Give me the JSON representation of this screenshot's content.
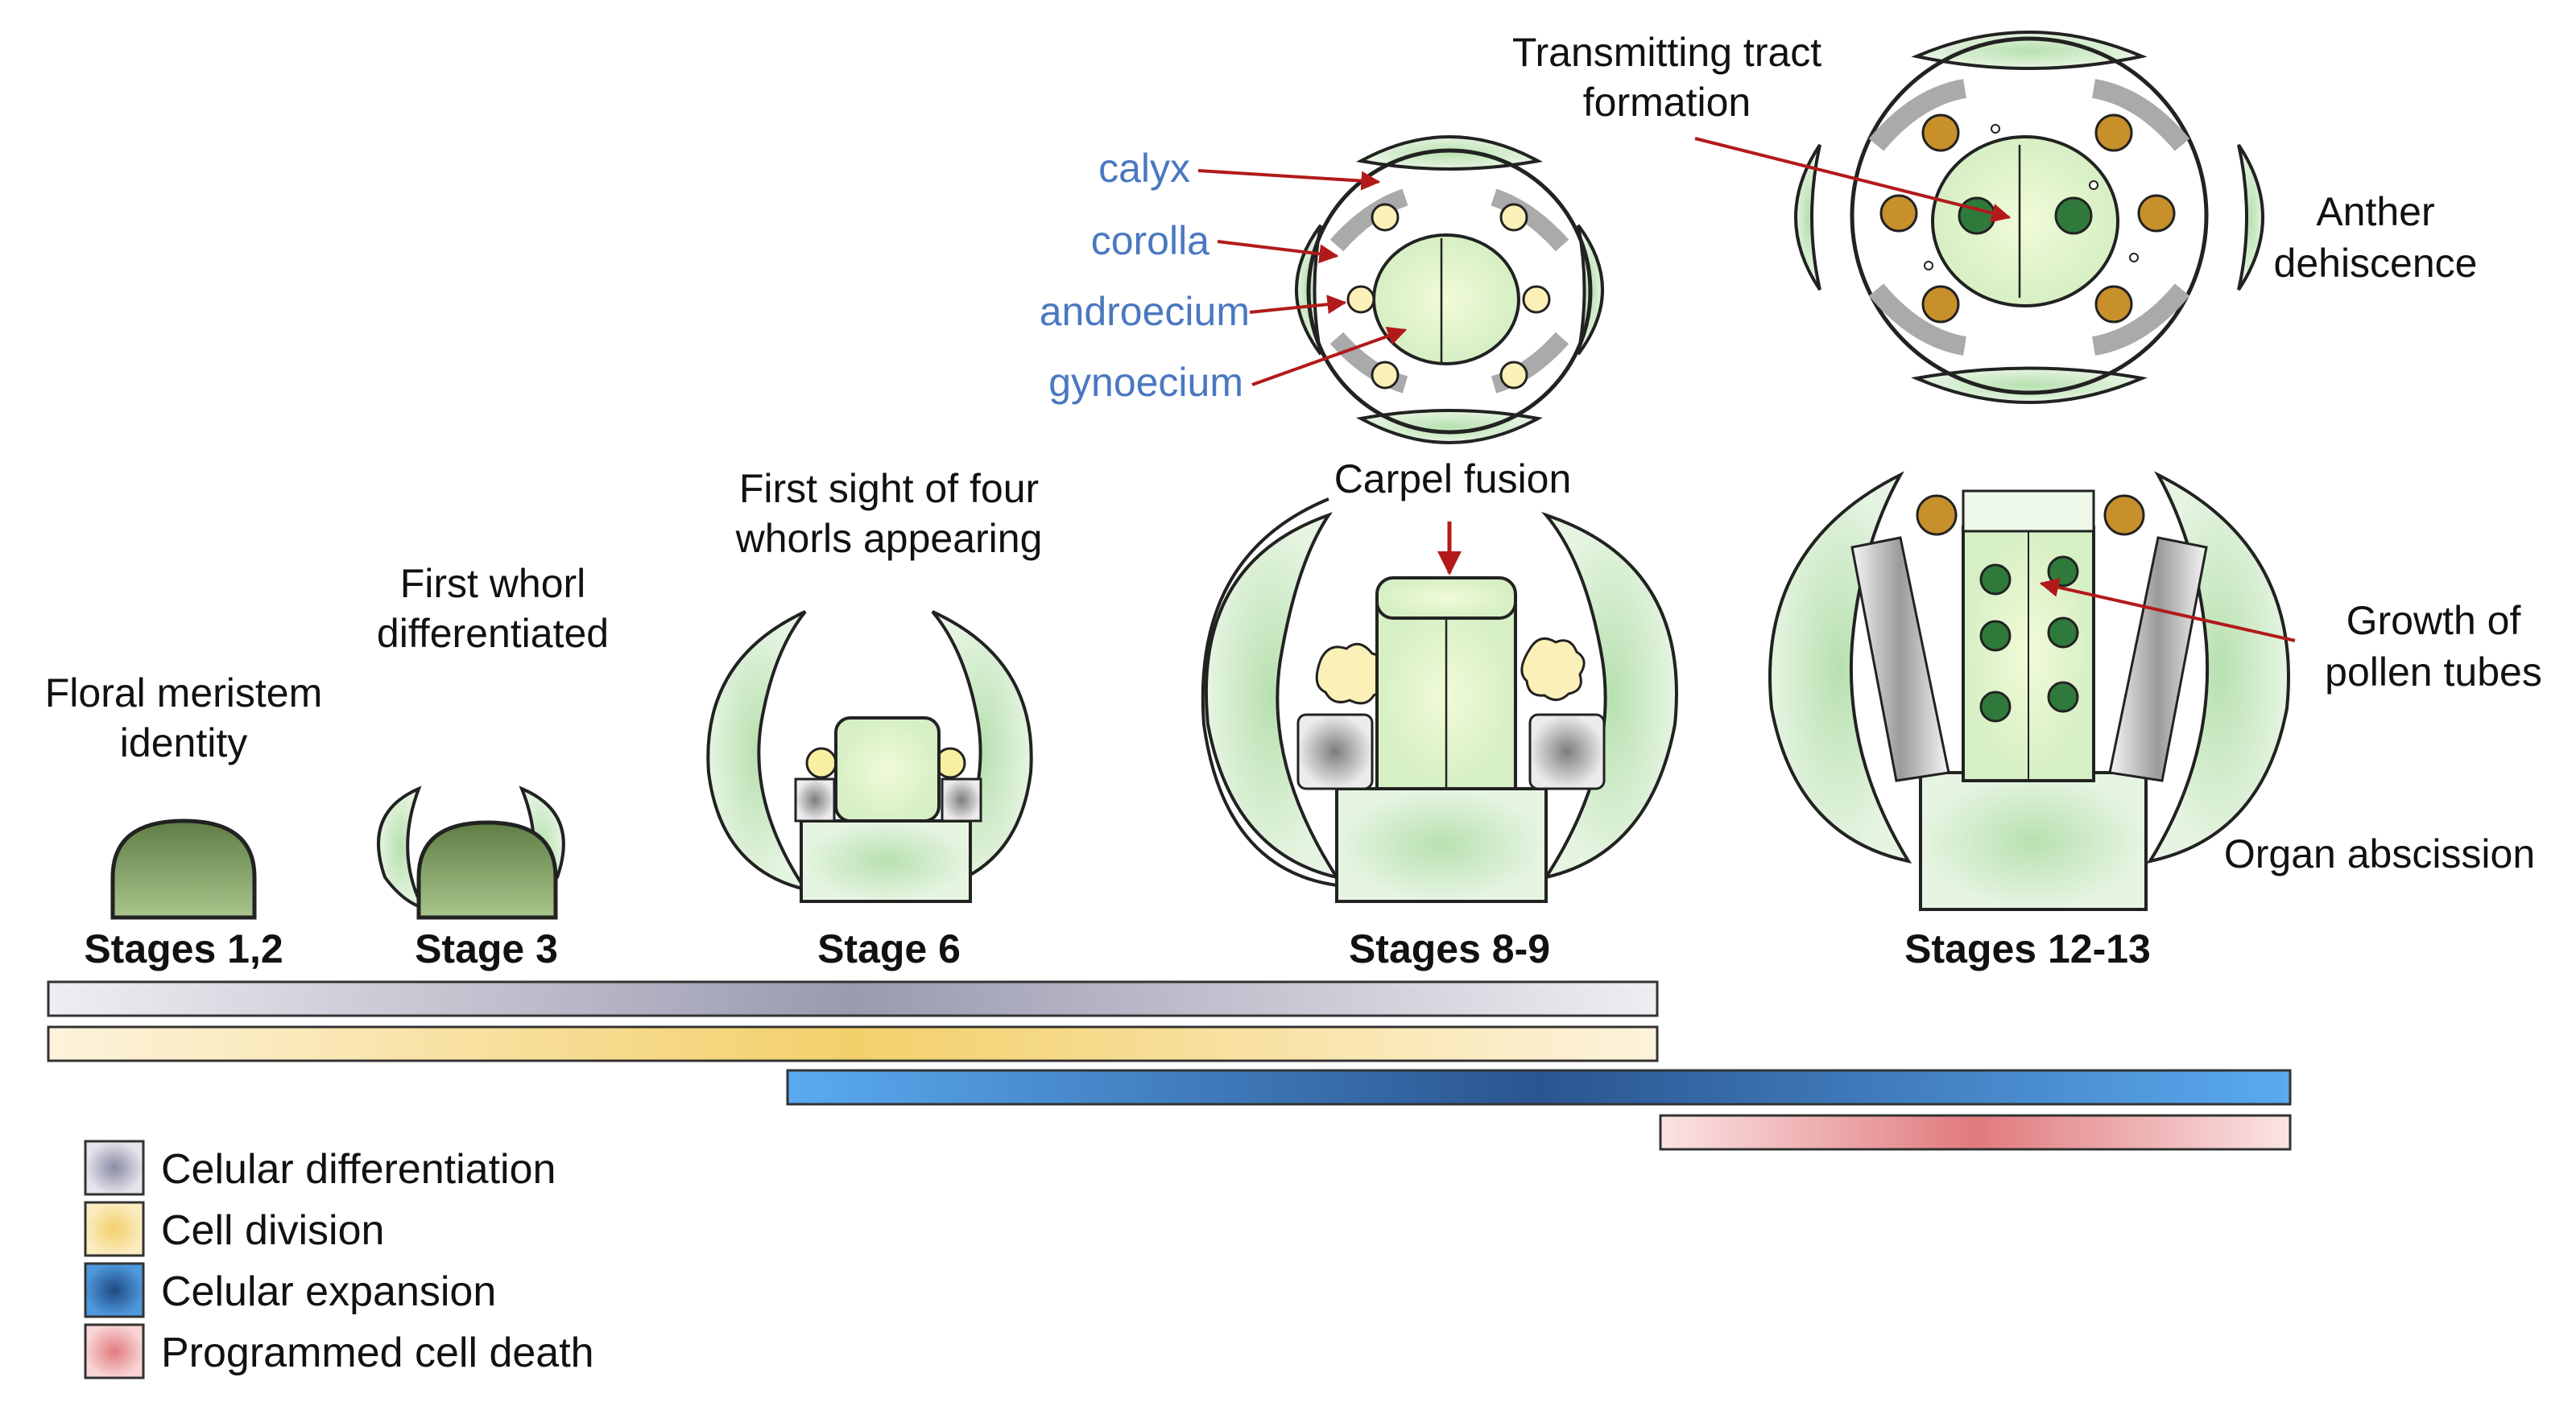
{
  "labels": {
    "floral_meristem": [
      "Floral meristem",
      "identity"
    ],
    "first_whorl": [
      "First whorl",
      "differentiated"
    ],
    "first_sight": [
      "First sight of four",
      "whorls appearing"
    ],
    "carpel_fusion": "Carpel fusion",
    "transmitting": [
      "Transmitting tract",
      "formation"
    ],
    "anther": [
      "Anther",
      "dehiscence"
    ],
    "pollen": [
      "Growth of",
      "pollen tubes"
    ],
    "abscission": "Organ abscission"
  },
  "whorls": {
    "calyx": "calyx",
    "corolla": "corolla",
    "androecium": "androecium",
    "gynoecium": "gynoecium"
  },
  "stages": {
    "s12": "Stages 1,2",
    "s3": "Stage 3",
    "s6": "Stage 6",
    "s89": "Stages 8-9",
    "s1213": "Stages 12-13"
  },
  "legend": [
    {
      "label": "Celular differentiation",
      "color": "#8e8ea6"
    },
    {
      "label": "Cell division",
      "color": "#f2cf6e"
    },
    {
      "label": "Celular expansion",
      "color": "#2e5f9c"
    },
    {
      "label": "Programmed cell death",
      "color": "#e07a7d"
    }
  ],
  "colors": {
    "petal_green": "#d9f0d4",
    "dark_green": "#2f7a3a",
    "anther_brown": "#c8902a",
    "arrow_red": "#b21a1a",
    "label_blue": "#4a78c0"
  }
}
